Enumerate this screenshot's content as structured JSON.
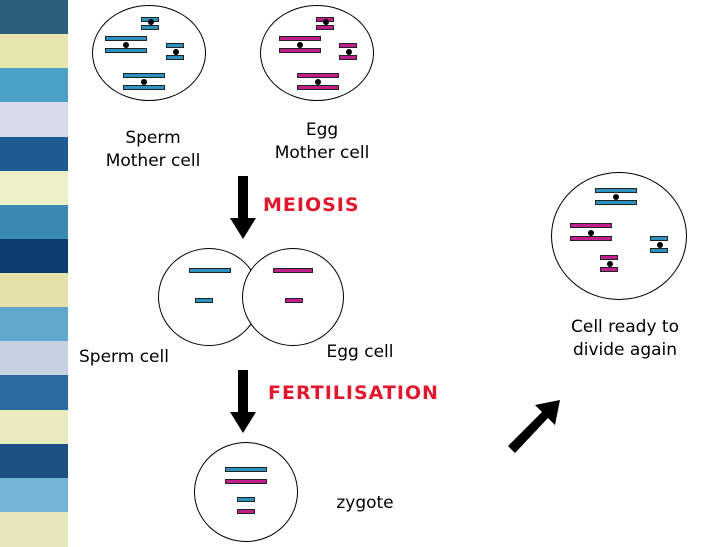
{
  "colors": {
    "blue": "#2b93bd",
    "magenta": "#c21e8c",
    "label": "#000000",
    "step": "#e0182d"
  },
  "strip_colors": [
    "#2a5f7d",
    "#e8e6b0",
    "#4aa0c6",
    "#d8dbe8",
    "#1e5a94",
    "#eeeec8",
    "#3a8bb2",
    "#0f3c6e",
    "#e4e2aa",
    "#5fa8cc",
    "#c7d0e0",
    "#2a6aa0",
    "#ecebc0",
    "#1b4f82",
    "#74b4d4",
    "#e6e6b8"
  ],
  "labels": {
    "sperm_mother": "Sperm\nMother cell",
    "egg_mother": "Egg\nMother cell",
    "sperm_cell": "Sperm cell",
    "egg_cell": "Egg cell",
    "cell_ready": "Cell ready to\ndivide again",
    "zygote": "zygote"
  },
  "steps": {
    "meiosis": "MEIOSIS",
    "fertilisation": "FERTILISATION"
  }
}
